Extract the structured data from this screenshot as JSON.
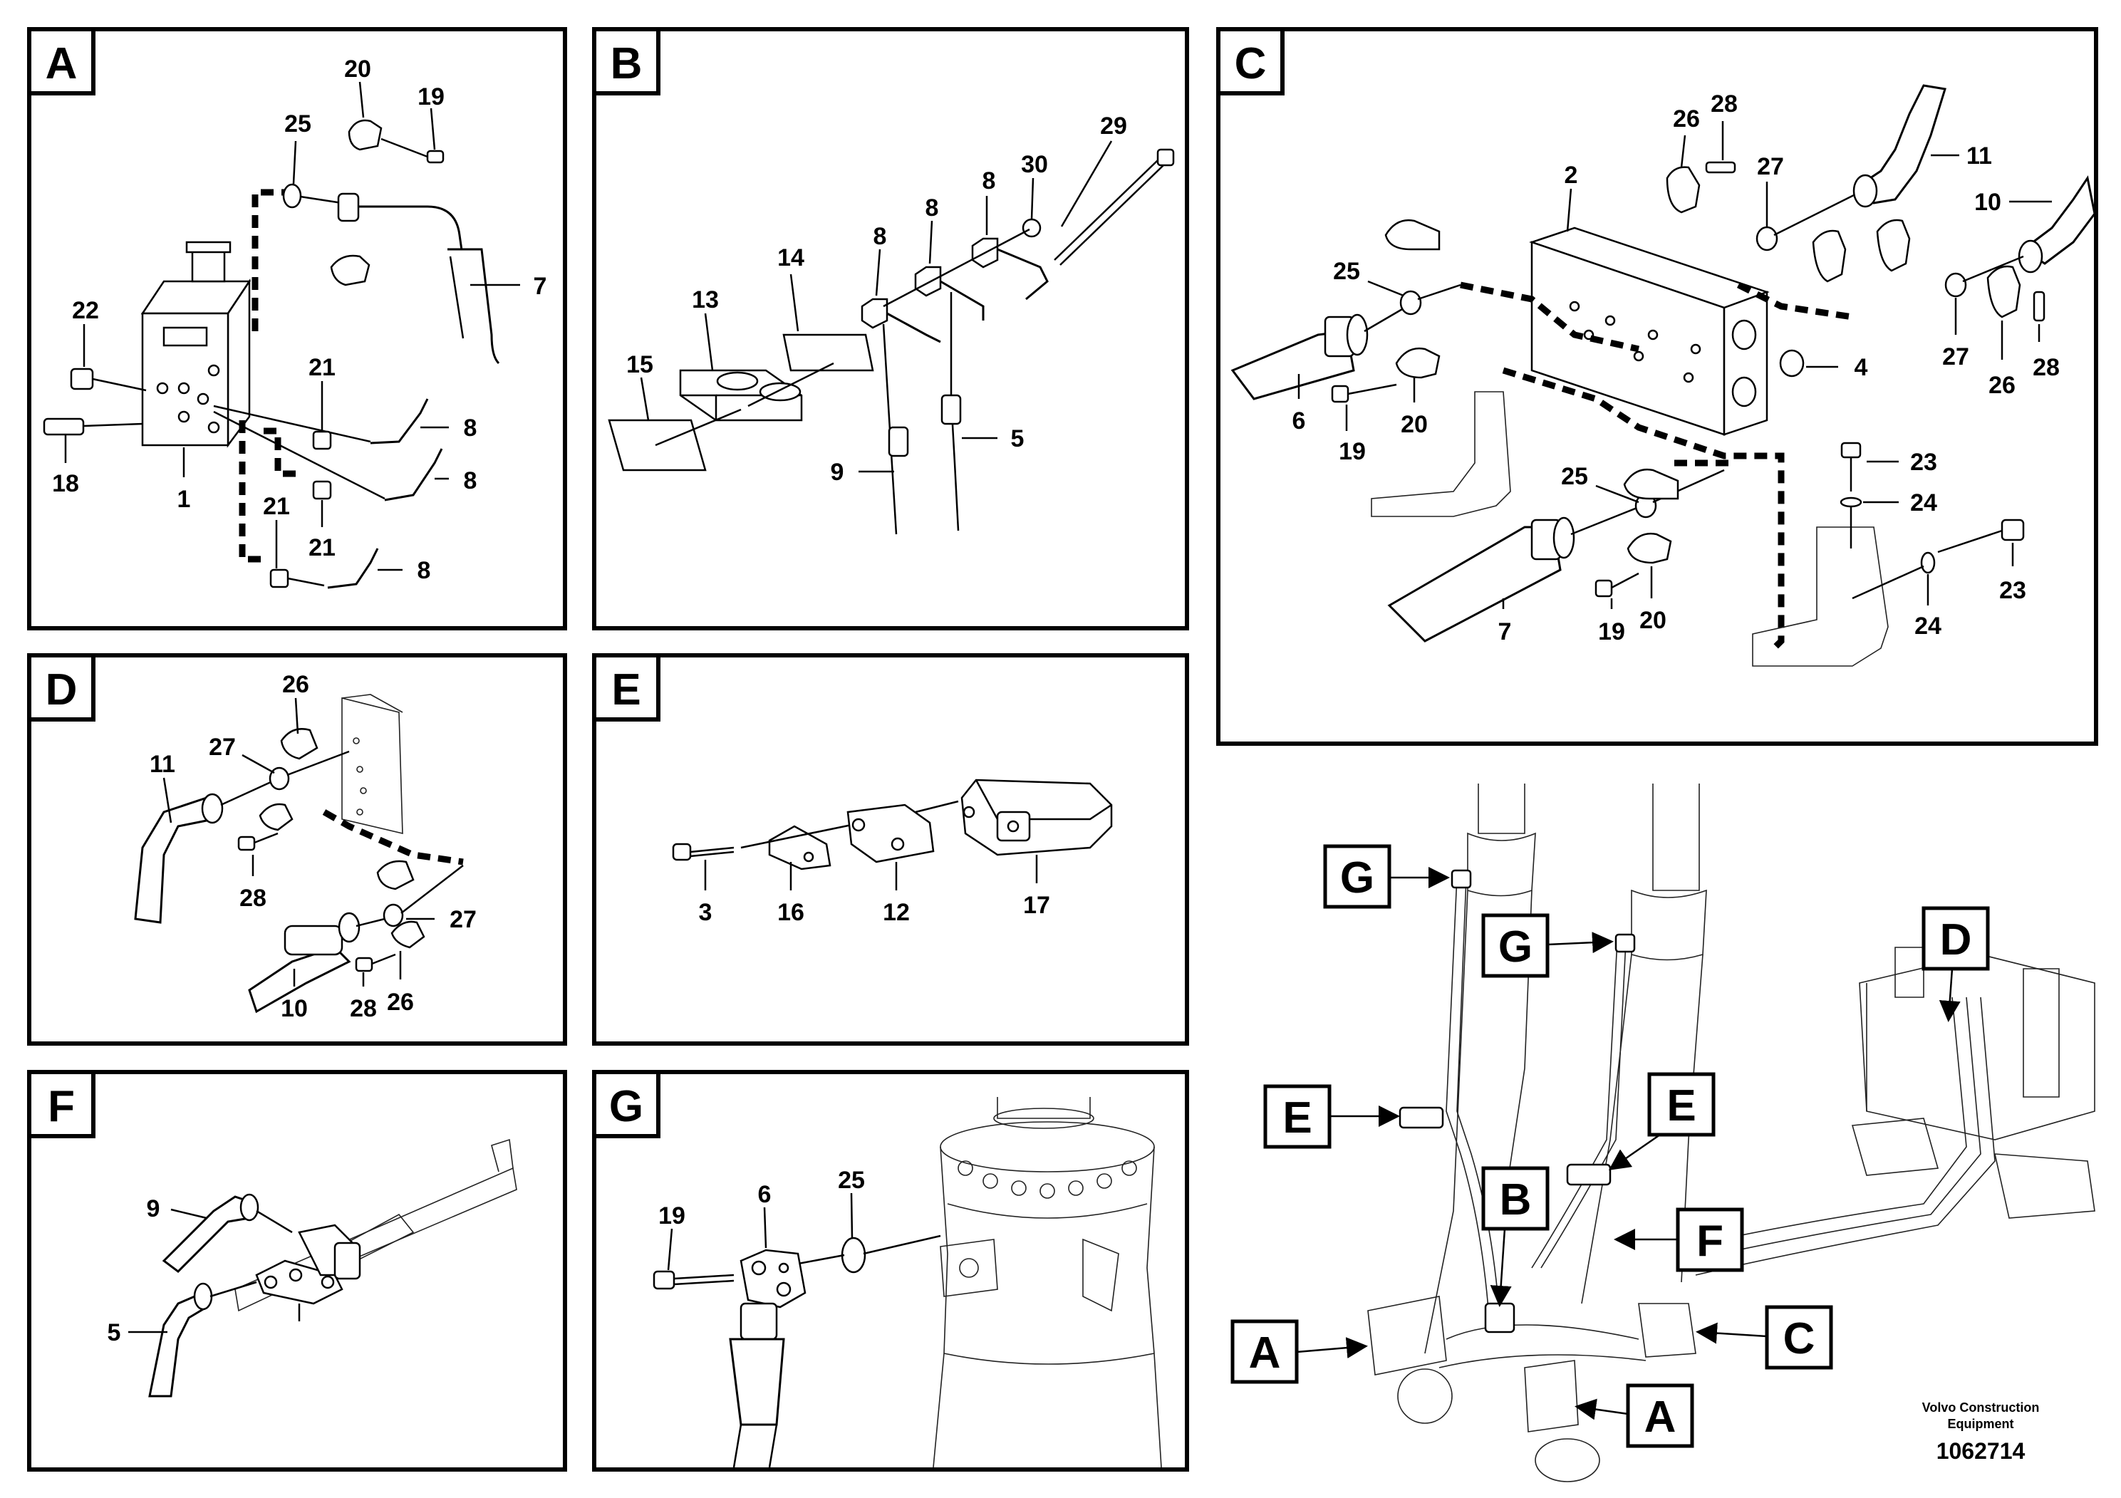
{
  "panels": {
    "A": {
      "label": "A",
      "callouts": [
        "20",
        "19",
        "25",
        "7",
        "22",
        "21",
        "8",
        "18",
        "1",
        "21",
        "8",
        "21",
        "21",
        "8"
      ]
    },
    "B": {
      "label": "B",
      "callouts": [
        "29",
        "30",
        "8",
        "8",
        "8",
        "14",
        "13",
        "15",
        "9",
        "5"
      ]
    },
    "C": {
      "label": "C",
      "callouts": [
        "26",
        "28",
        "27",
        "11",
        "10",
        "2",
        "25",
        "4",
        "27",
        "28",
        "26",
        "6",
        "19",
        "20",
        "25",
        "23",
        "24",
        "23",
        "24",
        "7",
        "19",
        "20"
      ]
    },
    "D": {
      "label": "D",
      "callouts": [
        "26",
        "27",
        "11",
        "28",
        "27",
        "10",
        "28",
        "26"
      ]
    },
    "E": {
      "label": "E",
      "callouts": [
        "3",
        "16",
        "12",
        "17"
      ]
    },
    "F": {
      "label": "F",
      "callouts": [
        "9",
        "5"
      ]
    },
    "G": {
      "label": "G",
      "callouts": [
        "19",
        "6",
        "25"
      ]
    }
  },
  "overview": {
    "labels": [
      "G",
      "G",
      "E",
      "E",
      "B",
      "F",
      "A",
      "C",
      "A",
      "D"
    ]
  },
  "footer": {
    "brand_line1": "Volvo Construction",
    "brand_line2": "Equipment",
    "doc_number": "1062714"
  }
}
